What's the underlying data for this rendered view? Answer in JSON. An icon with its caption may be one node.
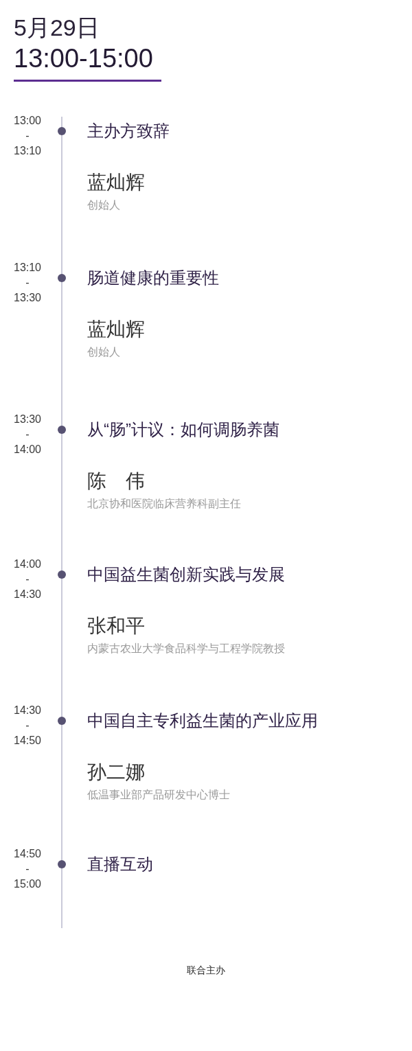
{
  "diagram": {
    "labels": [
      "5月29日",
      "13:00-15:00",
      "13:00 - 13:10",
      "主办方致辞",
      "蓝灿辉",
      "创始人",
      "13:10 - 13:30",
      "肠道健康的重要性",
      "蓝灿辉",
      "创始人",
      "13:30 - 14:00",
      "从“肠”计议：如何调肠养菌",
      "陈　伟",
      "北京协和医院临床营养科副主任",
      "14:00 - 14:30",
      "中国益生菌创新实践与发展",
      "张和平",
      "内蒙古农业大学食品科学与工程学院教授",
      "14:30 - 14:50",
      "中国自主专利益生菌的产业应用",
      "孙二娜",
      "低温事业部产品研发中心博士",
      "14:50 - 15:00",
      "直播互动",
      "联合主办"
    ]
  }
}
